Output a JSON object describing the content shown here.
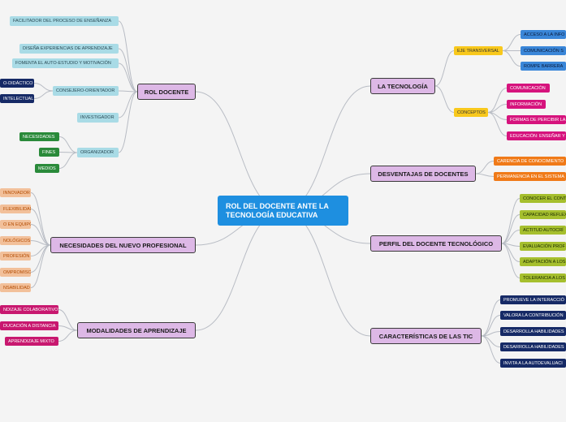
{
  "title": "ROL DEL DOCENTE ANTE LA TECNOLOGÍA EDUCATIVA",
  "branches": {
    "rol_docente": {
      "label": "ROL DOCENTE",
      "facilitador": "FACILITADOR DEL PROCESO DE ENSEÑANZA",
      "disena": "DISEÑA EXPERIENCIAS DE APRENDIZAJE",
      "fomenta": "FOMENTA EL AUTO-ESTUDIO Y MOTIVACIÓN",
      "consejero": "CONSEJERO-ORIENTADOR",
      "didactico": "O-DIDÁCTICO",
      "intelectual": "INTELECTUAL",
      "investigador": "INVESTIGADOR",
      "organizador": "ORGANIZADOR",
      "necesidades": "NECESIDADES",
      "fines": "FINES",
      "medios": "MEDIOS"
    },
    "necesidades": {
      "label": "NECESIDADES DEL NUEVO PROFESIONAL",
      "items": [
        "INNOVADOR",
        "FLEXIBILIDAD",
        "O EN EQUIPO",
        "NOLÓGICOS",
        "PROFESIÓN",
        "OMPROMISO",
        "NSABILIDAD"
      ]
    },
    "modalidades": {
      "label": "MODALIDADES DE APRENDIZAJE",
      "items": [
        "NDIZAJE COLABORATIVO",
        "DUCACIÓN A DISTANCIA",
        "APRENDIZAJE MIXTO"
      ]
    },
    "tecnologia": {
      "label": "LA TECNOLOGÍA",
      "eje": "EJE TRANSVERSAL",
      "eje_items": [
        "ACCESO A LA INFO",
        "COMUNICACIÓN S",
        "ROMPE BARRERA"
      ],
      "conceptos": "CONCEPTOS",
      "conceptos_items": [
        "COMUNICACIÓN",
        "INFORMACIÓN",
        "FORMAS DE PERCIBIR LA",
        "EDUCACIÓN: ENSEÑAR Y"
      ]
    },
    "desventajas": {
      "label": "DESVENTAJAS DE DOCENTES",
      "items": [
        "CARENCIA DE CONOCIMIENTO",
        "PERMANENCIA EN EL SISTEMA"
      ]
    },
    "perfil": {
      "label": "PERFIL DEL DOCENTE TECNOLÓGICO",
      "items": [
        "CONOCER EL CONT",
        "CAPACIDAD REFLEX",
        "ACTITUD AUTOCRÍ",
        "EVALUACIÓN PROF",
        "ADAPTACIÓN A LOS",
        "TOLERANCIA A LOS"
      ]
    },
    "tic": {
      "label": "CARACTERÍSTICAS DE LAS TIC",
      "items": [
        "PROMUEVE LA INTERACCIÓ",
        "VALORA LA CONTRIBUCIÓN",
        "DESARROLLA HABILIDADES",
        "DESARROLLA HABILIDADES",
        "INVITA A LA AUTOEVALUACI"
      ]
    }
  }
}
